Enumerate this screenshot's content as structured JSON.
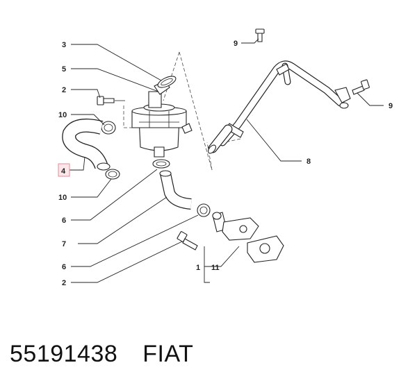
{
  "callouts": {
    "c3": "3",
    "c5": "5",
    "c2a": "2",
    "c10a": "10",
    "c4": "4",
    "c10b": "10",
    "c6a": "6",
    "c7": "7",
    "c6b": "6",
    "c2b": "2",
    "c1": "1",
    "c11": "11",
    "c9a": "9",
    "c9b": "9",
    "c8": "8"
  },
  "highlighted_callout": "4",
  "caption": {
    "part_number": "55191438",
    "brand": "FIAT"
  },
  "colors": {
    "highlight_fill": "#fbe7ea",
    "highlight_stroke": "#e88a98",
    "ink": "#222222"
  }
}
